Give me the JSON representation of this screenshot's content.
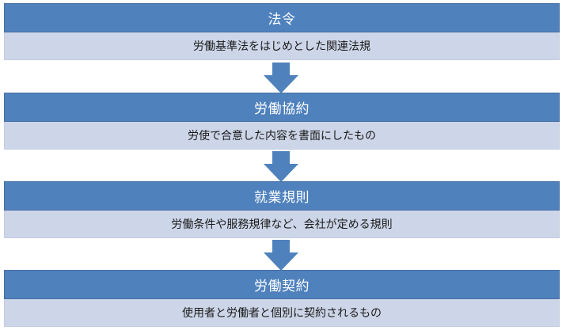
{
  "colors": {
    "header_bg": "#4f81bd",
    "desc_bg": "#cdd6e8",
    "arrow": "#4f81bd"
  },
  "tiers": [
    {
      "title": "法令",
      "description": "労働基準法をはじめとした関連法規"
    },
    {
      "title": "労働協約",
      "description": "労使で合意した内容を書面にしたもの"
    },
    {
      "title": "就業規則",
      "description": "労働条件や服務規律など、会社が定める規則"
    },
    {
      "title": "労働契約",
      "description": "使用者と労働者と個別に契約されるもの"
    }
  ]
}
